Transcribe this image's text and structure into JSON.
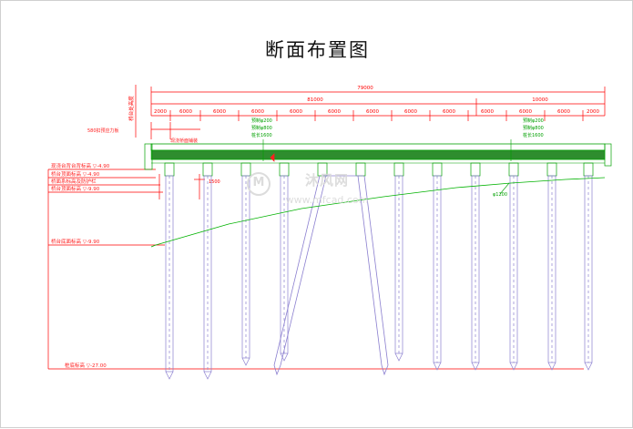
{
  "title": "断面布置图",
  "watermark": {
    "brand": "沐风网",
    "url": "www.mfcad.com",
    "logo": "M"
  },
  "dimensions": {
    "total_label": "79000",
    "main_span_label": "81000",
    "right_span_label": "10000",
    "left_head_label": "2000",
    "left_sub_label": "1500",
    "bay_labels": [
      "6000",
      "6000",
      "6000",
      "6000",
      "6000",
      "6000",
      "6000",
      "6000",
      "6000",
      "6000",
      "6000",
      "2000"
    ],
    "pier_height_label": "1500",
    "left_vertical_label": "桥台处高度"
  },
  "annotations": {
    "left": [
      "现浇台背台背标高 ▽-4.90",
      "桥台顶面标高 ▽-4.90",
      "桥面系标高及防护栏",
      "桥台顶面标高 ▽-9.90",
      "桥台底面标高 ▽-9.90",
      "桩底标高 ▽-27.00"
    ],
    "left_note_top": "580扣预应力板",
    "deck_note": "现浇桥面铺装"
  },
  "green_notes": [
    {
      "text": "预制φ200\n预制φ800\n桩长1600"
    },
    {
      "text": "预制φ200\n预制φ800\n桩长1600"
    },
    {
      "text": "φ1200"
    }
  ],
  "green_note_lines": {
    "n1_l1": "预制φ200",
    "n1_l2": "预制φ800",
    "n1_l3": "桩长1600",
    "n2_l1": "预制φ200",
    "n2_l2": "预制φ800",
    "n2_l3": "桩长1600",
    "n3_l1": "φ1200"
  },
  "colors": {
    "dimension_red": "#ff0000",
    "structure_green": "#00a000",
    "pile_violet": "#8b7fd0",
    "text_red": "#ff2020",
    "title_black": "#111111",
    "background": "#ffffff"
  },
  "structure": {
    "pile_count": 11,
    "pier_count": 11,
    "has_inclined_bent": true,
    "ground_line": "existing-ground-profile"
  }
}
